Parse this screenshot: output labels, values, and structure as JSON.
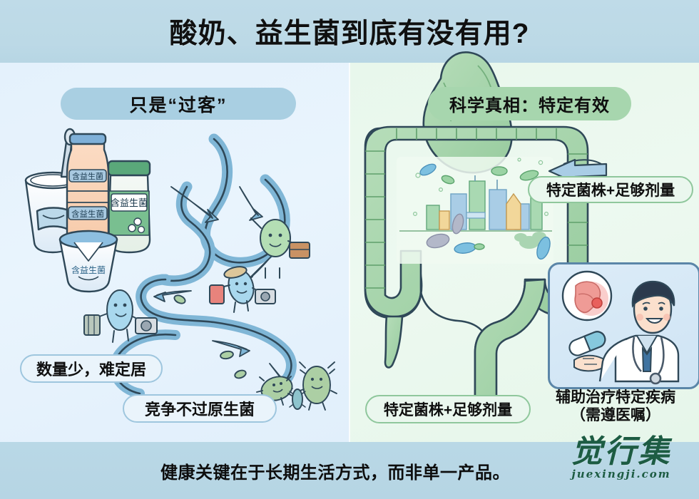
{
  "header": {
    "title": "酸奶、益生菌到底有没有用?"
  },
  "left_panel": {
    "heading": "只是“过客”",
    "callouts": [
      {
        "id": "few",
        "text": "数量少，难定居"
      },
      {
        "id": "compete",
        "text": "竞争不过原生菌"
      }
    ],
    "product_labels": [
      "含益生菌",
      "含益生菌",
      "含益生菌",
      "含益生菌"
    ],
    "illustration_names": [
      "yogurt-cup-with-spoon",
      "probiotic-drink-bottle",
      "probiotic-supplement-bottle",
      "yogurt-cup-blue-lid",
      "digestive-tract-passage",
      "traveling-bacteria-with-suitcase",
      "traveling-bacteria-with-camera",
      "native-bacteria-group",
      "flow-arrows"
    ]
  },
  "right_panel": {
    "heading": "科学真相：特定有效",
    "callouts": [
      {
        "id": "strain-top",
        "text": "特定菌株+足够剂量"
      },
      {
        "id": "strain-bottom",
        "text": "特定菌株+足够剂量"
      }
    ],
    "doctor_caption_line1": "辅助治疗特定疾病",
    "doctor_caption_line2": "（需遵医嘱）",
    "illustration_names": [
      "stomach-and-colon",
      "gut-microbiome-city",
      "gut-bacteria",
      "doctor-figure",
      "stethoscope-icon",
      "capsule-pill-icon",
      "inflamed-intestine-icon",
      "pointer-arrow"
    ]
  },
  "footer": {
    "text": "健康关键在于长期生活方式，而非单一产品。",
    "watermark_cn": "觉行集",
    "watermark_url": "juexingji.com"
  },
  "colors": {
    "header_band": "#bcd9e6",
    "panel_left_bg": "#e4f1fc",
    "panel_right_bg": "#e8f7ec",
    "pill_blue": "#a9cfe2",
    "pill_green": "#a7d6ae",
    "tract_blue": "#8ec2df",
    "gut_green": "#9ccfa4",
    "watermark_green": "#1d5c43"
  }
}
